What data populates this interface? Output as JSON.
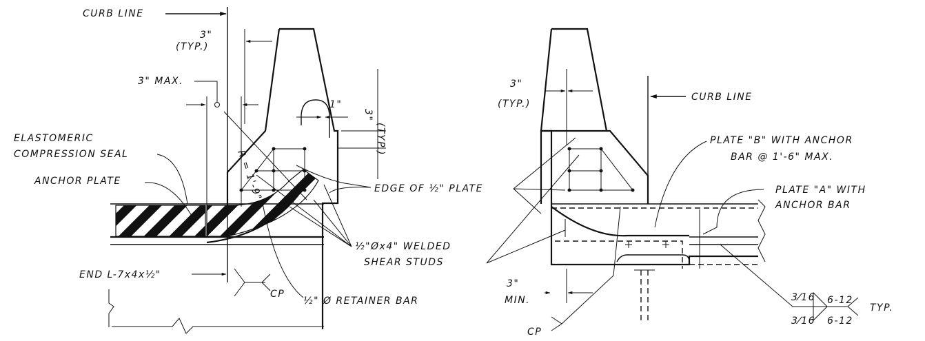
{
  "left_detail": {
    "labels": {
      "curb_line": "CURB LINE",
      "dim_3_typ": "3\"",
      "typ": "(TYP.)",
      "max_3": "3\" MAX.",
      "dim_1": "1\"",
      "dim_3_typ_v": "3\"",
      "typ_v": "(TYP.)",
      "radius": "R = 1'-9\"",
      "seal_line1": "ELASTOMERIC",
      "seal_line2": "COMPRESSION SEAL",
      "anchor_plate": "ANCHOR PLATE",
      "edge_plate": "EDGE OF ½\" PLATE",
      "studs_line1": "½\"Øx4\" WELDED",
      "studs_line2": "SHEAR STUDS",
      "end_angle": "END L-7x4x½\"",
      "cp": "CP",
      "retainer": "½\" Ø RETAINER BAR"
    }
  },
  "right_detail": {
    "labels": {
      "dim_3_typ": "3\"",
      "typ": "(TYP.)",
      "curb_line": "CURB LINE",
      "plate_b_line1": "PLATE \"B\" WITH ANCHOR",
      "plate_b_line2": "BAR @ 1'-6\" MAX.",
      "plate_a_line1": "PLATE \"A\" WITH",
      "plate_a_line2": "ANCHOR BAR",
      "dim_3_min": "3\"",
      "min": "MIN.",
      "weld_size_1": "3⁄16",
      "weld_len_1": "6-12",
      "weld_size_2": "3⁄16",
      "weld_len_2": "6-12",
      "typ_weld": "TYP.",
      "cp": "CP"
    }
  }
}
